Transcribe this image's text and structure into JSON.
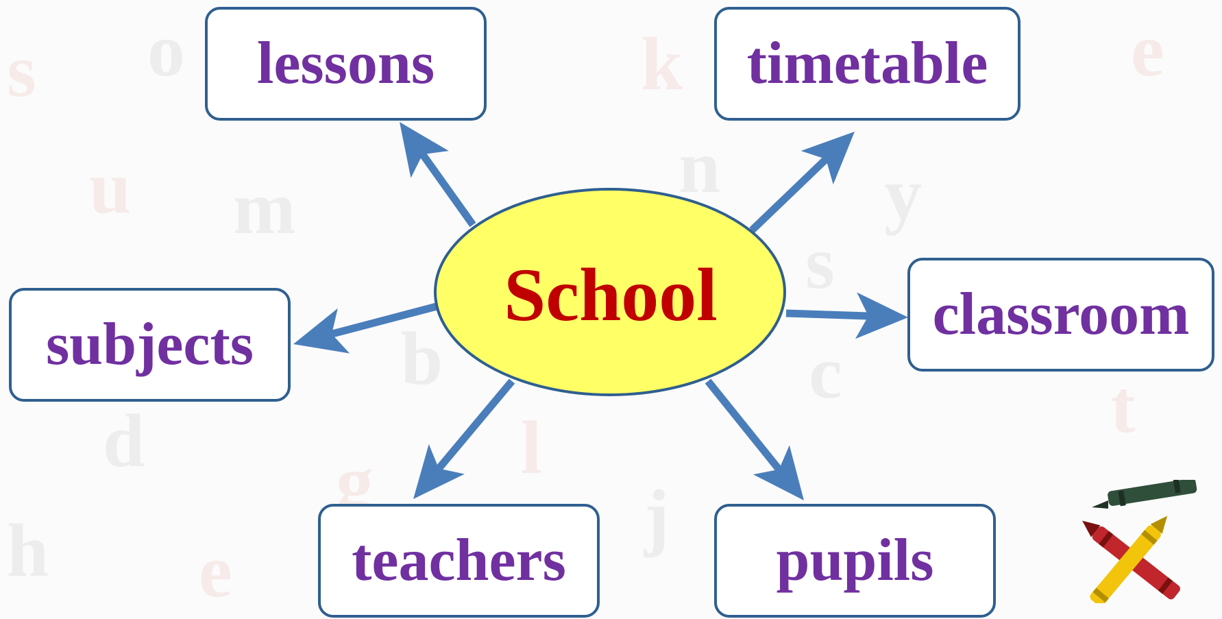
{
  "diagram": {
    "center": {
      "label": "School",
      "fill_color": "#ffff66",
      "text_color": "#c00000"
    },
    "nodes": [
      {
        "id": "lessons",
        "label": "lessons"
      },
      {
        "id": "timetable",
        "label": "timetable"
      },
      {
        "id": "subjects",
        "label": "subjects"
      },
      {
        "id": "classroom",
        "label": "classroom"
      },
      {
        "id": "teachers",
        "label": "teachers"
      },
      {
        "id": "pupils",
        "label": "pupils"
      }
    ],
    "edges": [
      {
        "from": "School",
        "to": "lessons"
      },
      {
        "from": "School",
        "to": "timetable"
      },
      {
        "from": "School",
        "to": "subjects"
      },
      {
        "from": "School",
        "to": "classroom"
      },
      {
        "from": "School",
        "to": "teachers"
      },
      {
        "from": "School",
        "to": "pupils"
      }
    ],
    "colors": {
      "node_text": "#7030a0",
      "node_border": "#2f5f8f",
      "arrow": "#4a7ebb"
    },
    "decoration": {
      "icon": "crayons-icon"
    }
  }
}
